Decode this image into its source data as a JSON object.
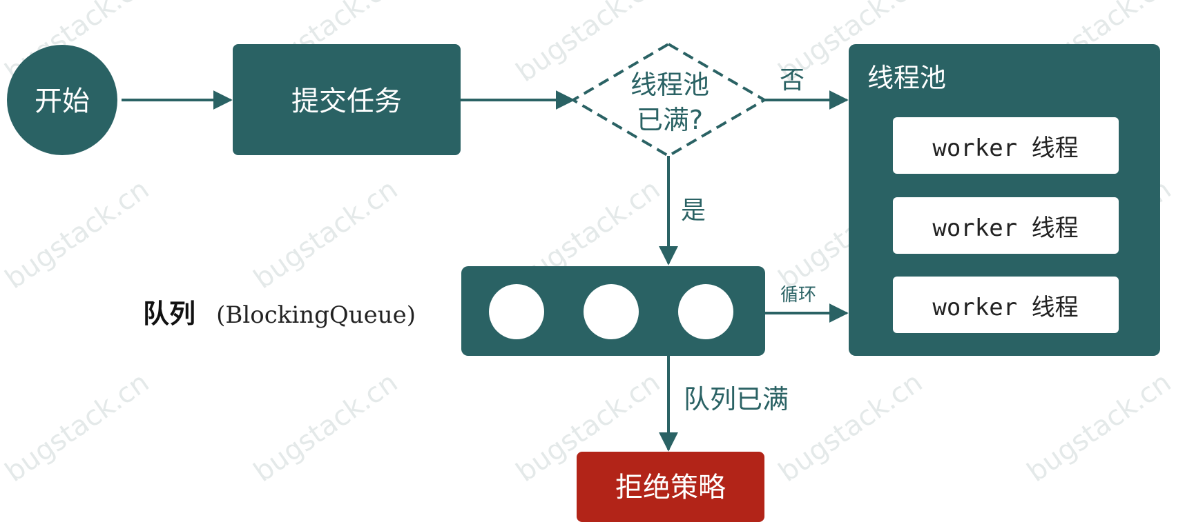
{
  "colors": {
    "teal": "#2a6264",
    "red": "#b22418",
    "white": "#ffffff"
  },
  "nodes": {
    "start": "开始",
    "submit_task": "提交任务",
    "decision_line1": "线程池",
    "decision_line2": "已满?",
    "pool_title": "线程池",
    "workers": [
      "worker 线程",
      "worker 线程",
      "worker 线程"
    ],
    "queue_label_bold": "队列",
    "queue_label_rest": "(BlockingQueue)",
    "reject": "拒绝策略"
  },
  "edges": {
    "no": "否",
    "yes": "是",
    "loop": "循环",
    "queue_full": "队列已满"
  },
  "watermark": "bugstack.cn"
}
